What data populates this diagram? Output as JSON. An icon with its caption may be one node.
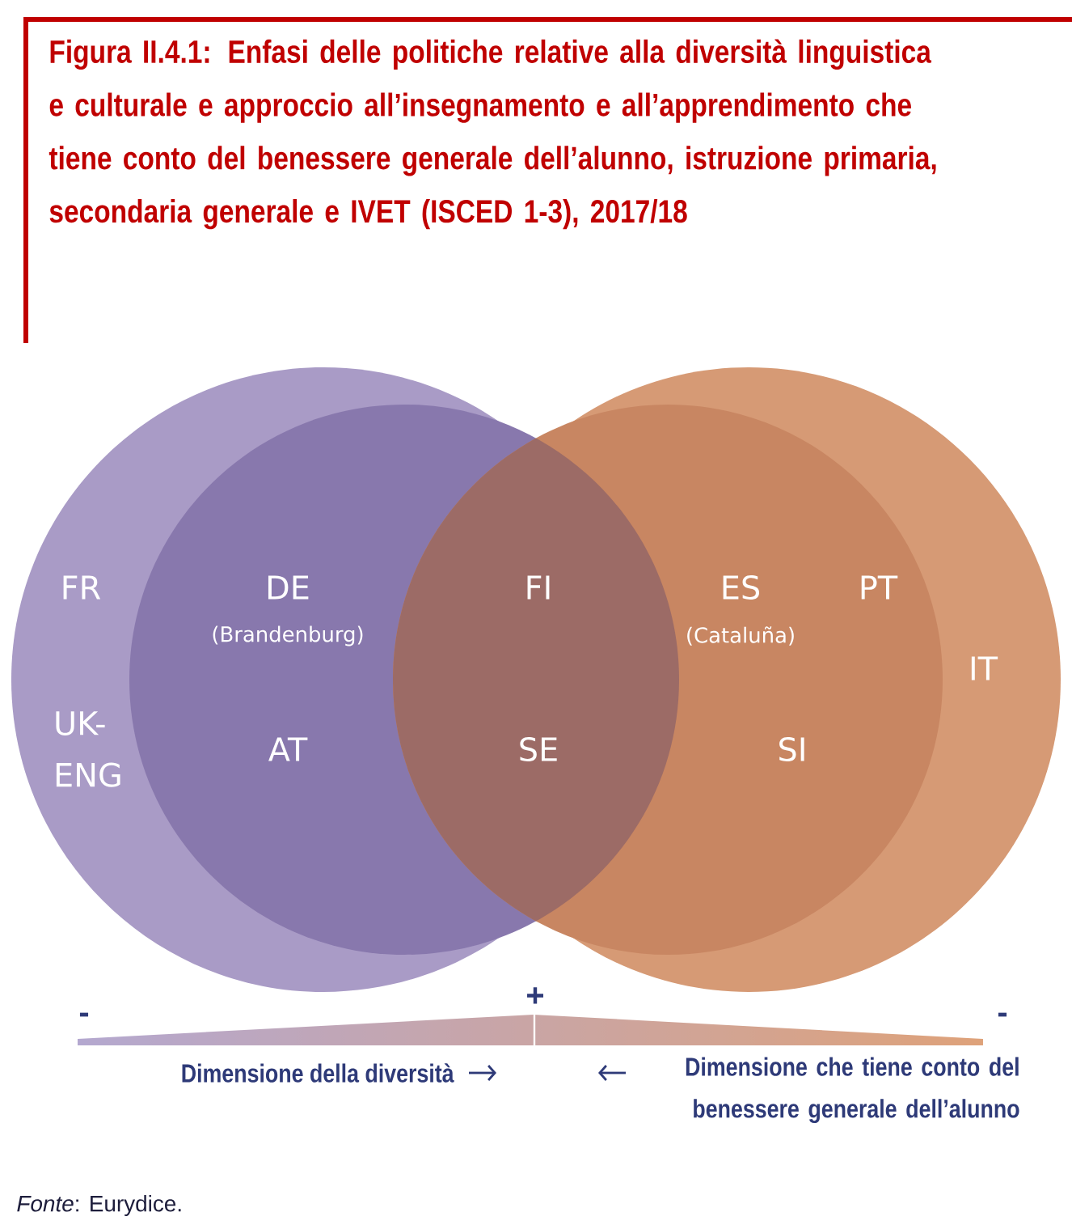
{
  "diagram": {
    "title": "Figura II.4.1: Enfasi delle politiche relative alla diversità linguistica e culturale e approccio all’insegnamento e all’apprendimento che tiene conto del benessere generale dell’alunno, istruzione primaria, secondaria generale e IVET (ISCED 1-3), 2017/18",
    "caption": "*Fonte*: Eurydice.",
    "labels": [
      "FR",
      "DE",
      "(Brandenburg)",
      "FI",
      "ES",
      "(Cataluña)",
      "PT",
      "IT",
      "UK-ENG",
      "AT",
      "SE",
      "SI",
      "-",
      "+",
      "-",
      "Dimensione della diversità",
      "Dimensione che tiene conto del benessere generale dell’alunno"
    ]
  }
}
